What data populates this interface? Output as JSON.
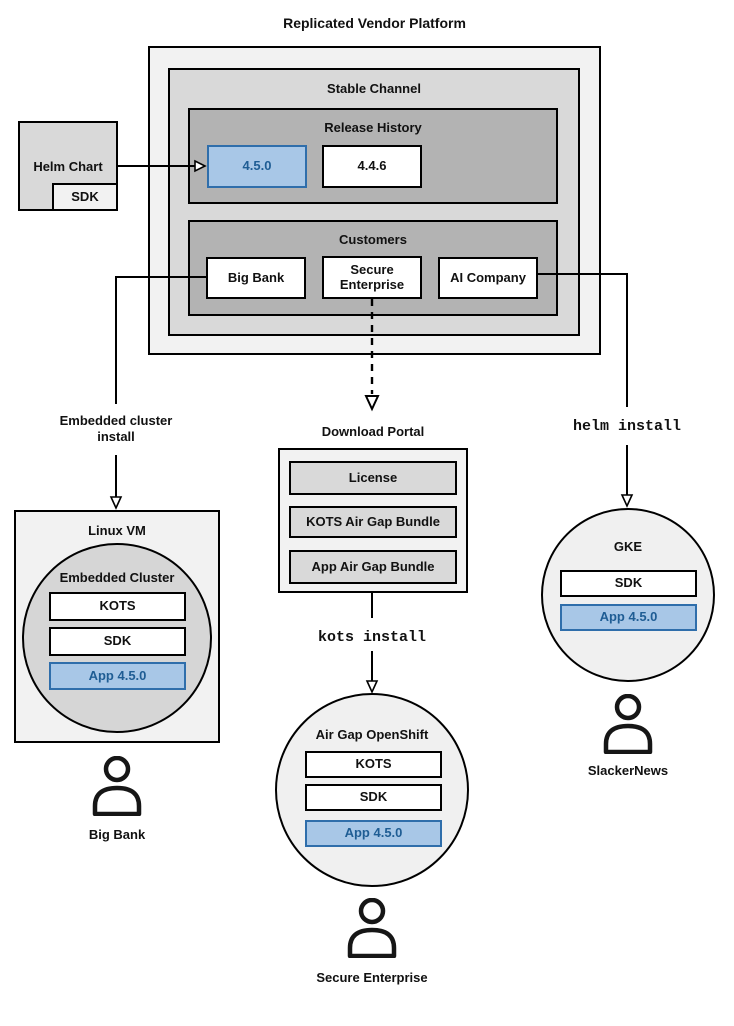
{
  "platform": {
    "title": "Replicated Vendor Platform",
    "stable_channel": {
      "title": "Stable Channel",
      "release_history": {
        "title": "Release History",
        "releases": [
          {
            "version": "4.5.0",
            "highlighted": true
          },
          {
            "version": "4.4.6",
            "highlighted": false
          }
        ]
      },
      "customers": {
        "title": "Customers",
        "items": [
          {
            "name": "Big Bank"
          },
          {
            "name": "Secure Enterprise"
          },
          {
            "name": "AI Company"
          }
        ]
      }
    }
  },
  "helm_chart": {
    "label": "Helm Chart",
    "sdk": "SDK"
  },
  "flows": {
    "embedded_cluster_install": "Embedded cluster install",
    "kots_install": "kots install",
    "helm_install": "helm install"
  },
  "download_portal": {
    "title": "Download Portal",
    "items": [
      "License",
      "KOTS Air Gap Bundle",
      "App Air Gap Bundle"
    ]
  },
  "deployments": {
    "linux_vm": {
      "title": "Linux VM",
      "cluster_title": "Embedded Cluster",
      "components": [
        "KOTS",
        "SDK"
      ],
      "app": "App 4.5.0"
    },
    "openshift": {
      "title": "Air Gap OpenShift",
      "components": [
        "KOTS",
        "SDK"
      ],
      "app": "App 4.5.0"
    },
    "gke": {
      "title": "GKE",
      "components": [
        "SDK"
      ],
      "app": "App 4.5.0"
    }
  },
  "users": {
    "big_bank": "Big Bank",
    "secure_enterprise": "Secure Enterprise",
    "slackernews": "SlackerNews"
  },
  "colors": {
    "highlight_fill": "#a8c7e7",
    "highlight_border": "#2f6eab",
    "highlight_text": "#1f5d94",
    "surface_light": "#f2f2f2",
    "surface_medium": "#d9d9d9",
    "surface_dark": "#b3b3b3",
    "stroke": "#000000"
  }
}
